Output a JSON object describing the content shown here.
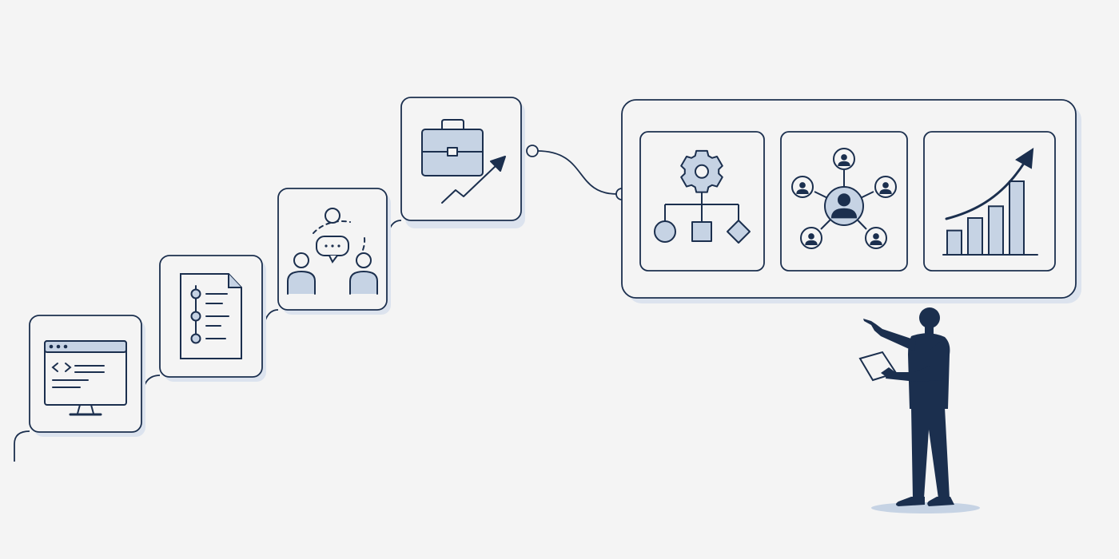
{
  "diagram": {
    "colors": {
      "background": "#f4f4f4",
      "ink": "#1b2f4e",
      "fill": "#c6d3e4",
      "shadow": "#dce3ee",
      "card": "#f4f4f4"
    },
    "steps": [
      {
        "icon": "code-window-icon"
      },
      {
        "icon": "document-timeline-icon"
      },
      {
        "icon": "team-discussion-icon"
      },
      {
        "icon": "briefcase-growth-icon"
      }
    ],
    "panels": [
      {
        "icon": "process-flow-icon"
      },
      {
        "icon": "people-network-icon"
      },
      {
        "icon": "growth-chart-icon"
      }
    ],
    "chart_bars": [
      0.33,
      0.5,
      0.66,
      1.0
    ],
    "presenter": {
      "icon": "businessman-pointing-icon"
    }
  }
}
